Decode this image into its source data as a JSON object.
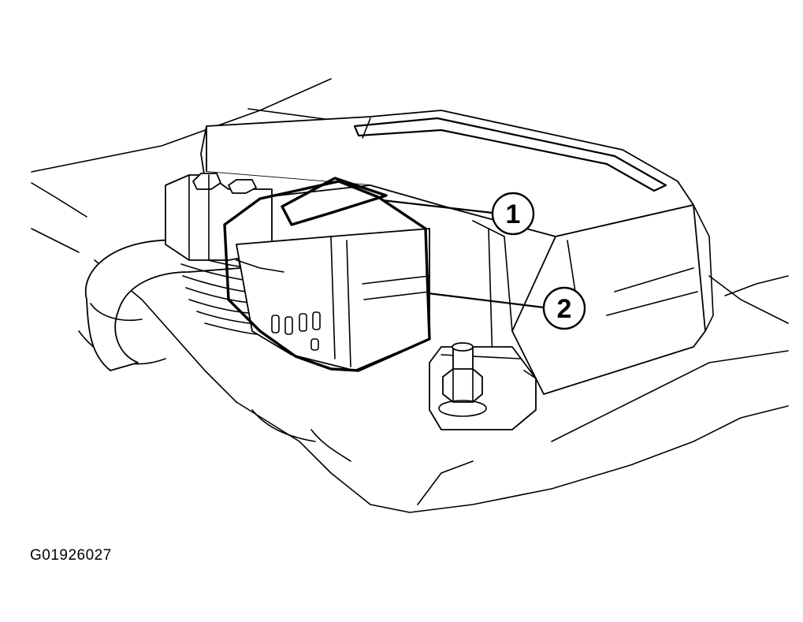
{
  "figure": {
    "id_label": "G01926027"
  },
  "callouts": [
    {
      "number": "1"
    },
    {
      "number": "2"
    }
  ]
}
